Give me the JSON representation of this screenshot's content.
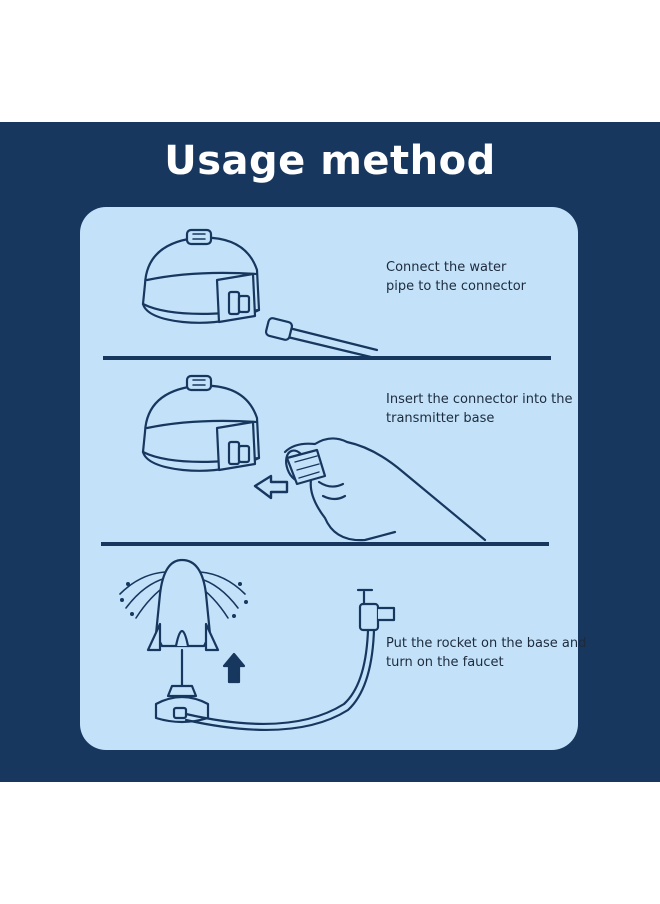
{
  "title": "Usage method",
  "colors": {
    "banner": "#17375f",
    "card": "#c3e2fa",
    "line": "#17375f",
    "text": "#1d2b3c"
  },
  "steps": [
    {
      "text": "Connect the water\npipe to the connector",
      "icon": "dome-base-with-pipe-icon"
    },
    {
      "text": "Insert the connector into the\ntransmitter base",
      "icon": "hand-inserting-connector-icon"
    },
    {
      "text": "Put the rocket on the base and\nturn on the faucet",
      "icon": "rocket-on-base-with-faucet-icon"
    }
  ]
}
